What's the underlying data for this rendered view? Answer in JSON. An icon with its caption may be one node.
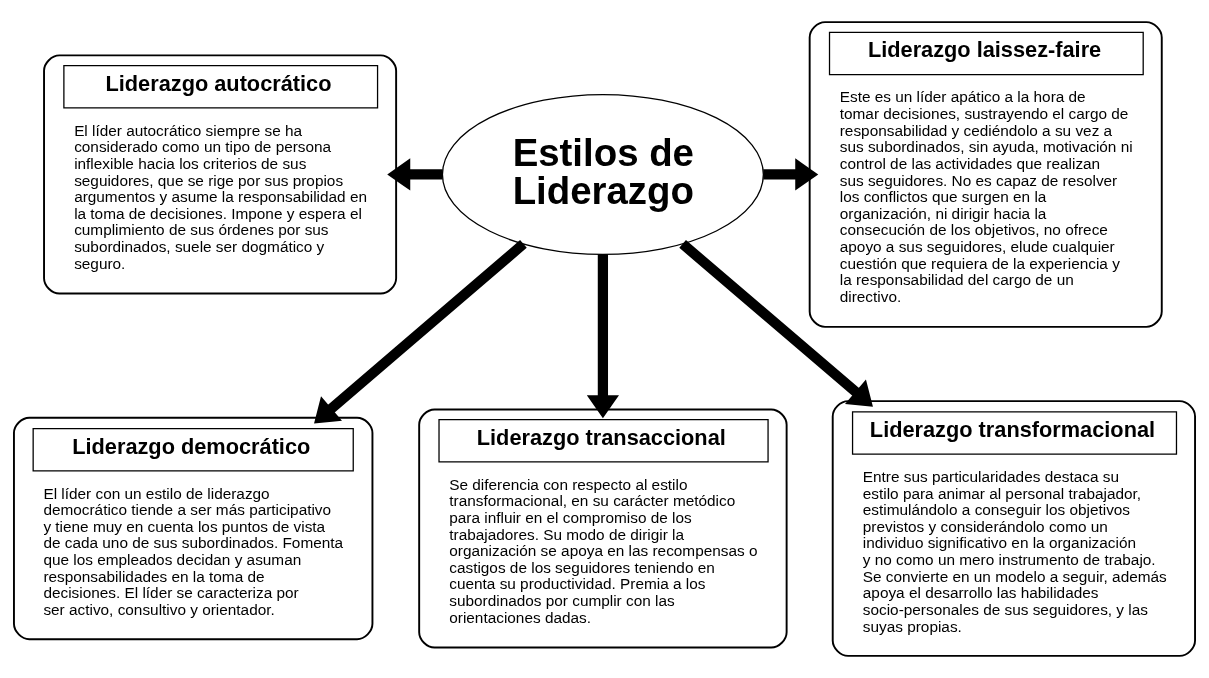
{
  "diagram": {
    "nodes": [
      {
        "text": [
          "Liderazgo autocrático",
          "El líder autocrático siempre se ha considerado como un tipo de persona inflexible hacia los criterios de sus seguidores, que se rige por sus propios argumentos y asume la responsabilidad en la toma de decisiones. Impone y espera el cumplimiento de sus órdenes por sus subordinados, suele ser dogmático y seguro."
        ]
      },
      {
        "text": [
          "Estilos de Liderazgo"
        ]
      },
      {
        "text": [
          "Liderazgo laissez-faire",
          "Este es un líder apático a la hora de tomar decisiones, sustrayendo el cargo de responsabilidad y cediéndolo a su vez a sus subordinados, sin ayuda, motivación ni control de las actividades que realizan sus seguidores. No es capaz de resolver los conflictos que surgen en la organización, ni dirigir hacia la consecución de los objetivos, no ofrece apoyo a sus seguidores, elude cualquier cuestión que requiera de la experiencia y la responsabilidad del cargo de un directivo."
        ]
      },
      {
        "text": [
          "Liderazgo democrático",
          "El líder con un estilo de liderazgo democrático tiende a ser más participativo y tiene muy en cuenta los puntos de vista de cada uno de sus subordinados. Fomenta que los empleados decidan y asuman responsabilidades en la toma de decisiones. El líder se caracteriza por ser activo, consultivo y orientador."
        ]
      },
      {
        "text": [
          "Liderazgo transaccional",
          "Se diferencia con respecto al estilo transformacional, en su carácter metódico para influir en el compromiso de los trabajadores. Su modo de dirigir la organización se apoya en las recompensas o castigos de los seguidores teniendo en cuenta su productividad. Premia a los subordinados por cumplir con las orientaciones dadas."
        ]
      },
      {
        "text": [
          "Liderazgo transformacional",
          "Entre sus particularidades destaca su estilo para animar al personal trabajador, estimulándolo a conseguir los objetivos previstos y considerándolo como un individuo significativo en la organización y no como un mero instrumento de trabajo. Se convierte en un modelo a seguir, además apoya el desarrollo las habilidades socio-personales de sus seguidores, y las suyas propias."
        ]
      }
    ],
    "edges": [
      {
        "from": 1,
        "to": 0,
        "arrow": "to"
      },
      {
        "from": 1,
        "to": 2,
        "arrow": "to"
      },
      {
        "from": 1,
        "to": 3,
        "arrow": "to"
      },
      {
        "from": 1,
        "to": 4,
        "arrow": "to"
      },
      {
        "from": 1,
        "to": 5,
        "arrow": "to"
      }
    ]
  }
}
